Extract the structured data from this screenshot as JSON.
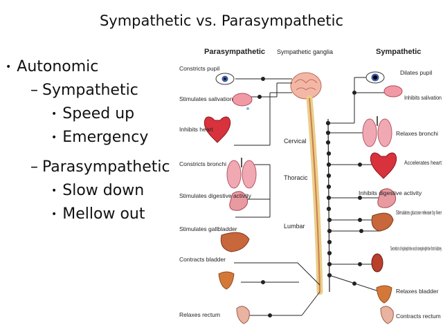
{
  "title": "Sympathetic vs. Parasympathetic",
  "outline": {
    "level1": "Autonomic",
    "sympathetic": {
      "label": "Sympathetic",
      "points": [
        "Speed up",
        "Emergency"
      ]
    },
    "parasympathetic": {
      "label": "Parasympathetic",
      "points": [
        "Slow down",
        "Mellow out"
      ]
    }
  },
  "diagram": {
    "header_left": "Parasympathetic",
    "header_center": "Sympathetic ganglia",
    "header_right": "Sympathetic",
    "regions": {
      "cervical": "Cervical",
      "thoracic": "Thoracic",
      "lumbar": "Lumbar"
    },
    "para_labels": [
      "Constricts pupil",
      "Stimulates salivation",
      "Inhibits heart",
      "Constricts bronchi",
      "Stimulates digestive activity",
      "Stimulates gallbladder",
      "Contracts bladder",
      "Relaxes rectum"
    ],
    "symp_labels": [
      "Dilates pupil",
      "Inhibits salivation",
      "Relaxes bronchi",
      "Accelerates heart",
      "Inhibits digestive activity",
      "Stimulates glucose release by liver",
      "Secretion of epinephrine and norepinephrine from kidney",
      "Relaxes bladder",
      "Contracts rectum"
    ]
  }
}
